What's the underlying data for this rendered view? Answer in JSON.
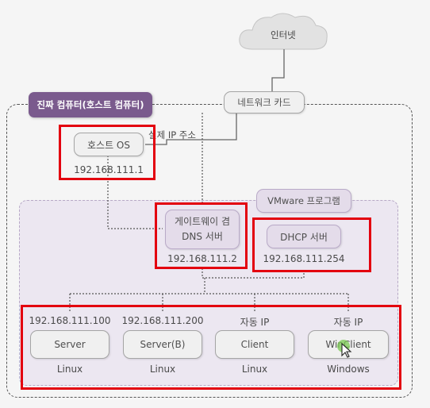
{
  "internet": {
    "label": "인터넷"
  },
  "real_computer_tag": "진짜 컴퓨터(호스트 컴퓨터)",
  "network_card": "네트워크 카드",
  "real_ip_label": "실제 IP 주소",
  "host_os": {
    "label": "호스트 OS",
    "ip": "192.168.111.1"
  },
  "vmware_tag": "VMware 프로그램",
  "gateway_dns": {
    "line1": "게이트웨이 겸",
    "line2": "DNS 서버",
    "ip": "192.168.111.2"
  },
  "dhcp": {
    "label": "DHCP 서버",
    "ip": "192.168.111.254"
  },
  "clients": [
    {
      "ip": "192.168.111.100",
      "name": "Server",
      "os": "Linux"
    },
    {
      "ip": "192.168.111.200",
      "name": "Server(B)",
      "os": "Linux"
    },
    {
      "ip": "자동 IP",
      "name": "Client",
      "os": "Linux"
    },
    {
      "ip": "자동 IP",
      "name": "WinClient",
      "os": "Windows"
    }
  ],
  "colors": {
    "highlight_red": "#e3000f",
    "host_tag_purple": "#7a5a8d",
    "vm_region": "#ece7f1"
  }
}
